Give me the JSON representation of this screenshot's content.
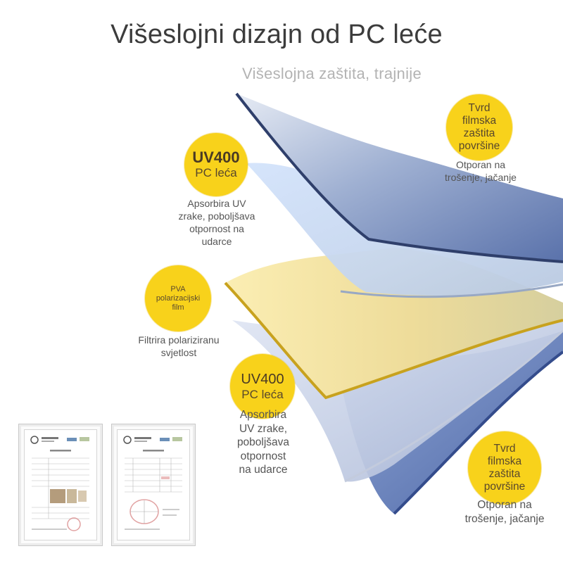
{
  "header": {
    "title": "Višeslojni dizajn od PC leće",
    "subtitle": "Višeslojna zaštita, trajnije"
  },
  "layers": [
    {
      "badge_lines": [
        "UV400",
        "PC leća"
      ],
      "description_lines": [
        "Apsorbira UV",
        "zrake, poboljšava",
        "otpornost na",
        "udarce"
      ]
    },
    {
      "badge_lines": [
        "Tvrd",
        "filmska",
        "zaštita",
        "površine"
      ],
      "description_lines": [
        "Otporan na",
        "trošenje, jačanje"
      ]
    },
    {
      "badge_lines": [
        "PVA",
        "polarizacijski",
        "film"
      ],
      "description_lines": [
        "Filtrira polariziranu",
        "svjetlost"
      ]
    },
    {
      "badge_lines": [
        "UV400",
        "PC leća"
      ],
      "description_lines": [
        "Apsorbira",
        "UV zrake,",
        "poboljšava",
        "otpornost",
        "na udarce"
      ]
    },
    {
      "badge_lines": [
        "Tvrd",
        "filmska",
        "zaštita",
        "površine"
      ],
      "description_lines": [
        "Otporan na",
        "trošenje, jačanje"
      ]
    }
  ],
  "colors": {
    "badge": "#f8d21b",
    "blue_film": "#5e76ad",
    "light_blue_lens": "#c9dcf7",
    "pva_yellow": "#f7e7a6",
    "gold_edge": "#c8a21e"
  }
}
